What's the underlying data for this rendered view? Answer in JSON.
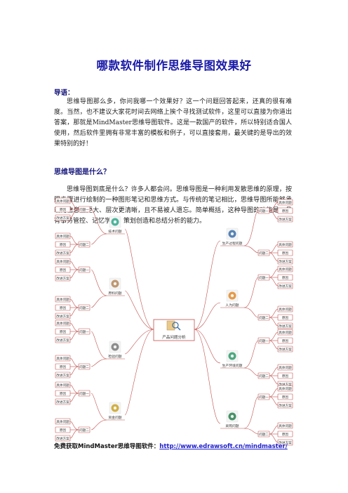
{
  "doc": {
    "title": "哪款软件制作思维导图效果好",
    "intro_heading": "导语：",
    "intro_text": "思维导图那么多，你问我哪一个效果好？这一个问题回答起来，还真的很有难度。当然，也不建议大家花时间去网络上挨个寻找测试软件，这里可以直接为你道出答案，那就是MindMaster思维导图软件。这是一款国产的软件，所以特别适合国人使用，然后软件里拥有非常丰富的模板和例子，可以直接套用，最关键的是导出的效果特别的好！",
    "section_heading": "思维导图是什么？",
    "section_text": "思维导图到底是什么？许多人都会问。思维导图是一种利用发散思维的原理，按照步骤进行绘制的一种图形笔记和思维方式。与传统的笔记相比，思维导图所能够承载的信息量更大、层次更清晰，且不易被人遗忘。简单概括，这种导图的功能是：具有事务管控、记忆学习、策划创造和总结分析的能力。",
    "footer_label": "免费获取MindMaster思维导图软件：",
    "footer_link": "http://www.edrawsoft.cn/mindmaster/"
  },
  "mindmap": {
    "center": "产品问题分析",
    "left": [
      {
        "label": "技术问题",
        "color": "#2fa88a",
        "icon": "search-chart-icon"
      },
      {
        "label": "原料问题",
        "color": "#b5865a",
        "icon": "boxes-icon"
      },
      {
        "label": "检验问题",
        "color": "#7a7a7a",
        "icon": "magnifier-icon"
      },
      {
        "label": "资金问题",
        "color": "#c9a227",
        "icon": "money-bag-icon"
      }
    ],
    "right": [
      {
        "label": "生产过程问题",
        "color": "#3b6ea8",
        "icon": "gears-icon"
      },
      {
        "label": "人为问题",
        "color": "#e08a2c",
        "icon": "worker-icon"
      },
      {
        "label": "生产环境问题",
        "color": "#2f9a6a",
        "icon": "globe-icon"
      },
      {
        "label": "采购问题",
        "color": "#2a7f4f",
        "icon": "cart-person-icon"
      }
    ],
    "mid_left": "问题一",
    "mid_left2": "问题二",
    "leaves": [
      "具体问题",
      "原因",
      "改进方案"
    ]
  },
  "colors": {
    "title": "#1a1aa8",
    "heading": "#15157a",
    "branch_red": "#c0504d",
    "link": "#2222cc"
  }
}
